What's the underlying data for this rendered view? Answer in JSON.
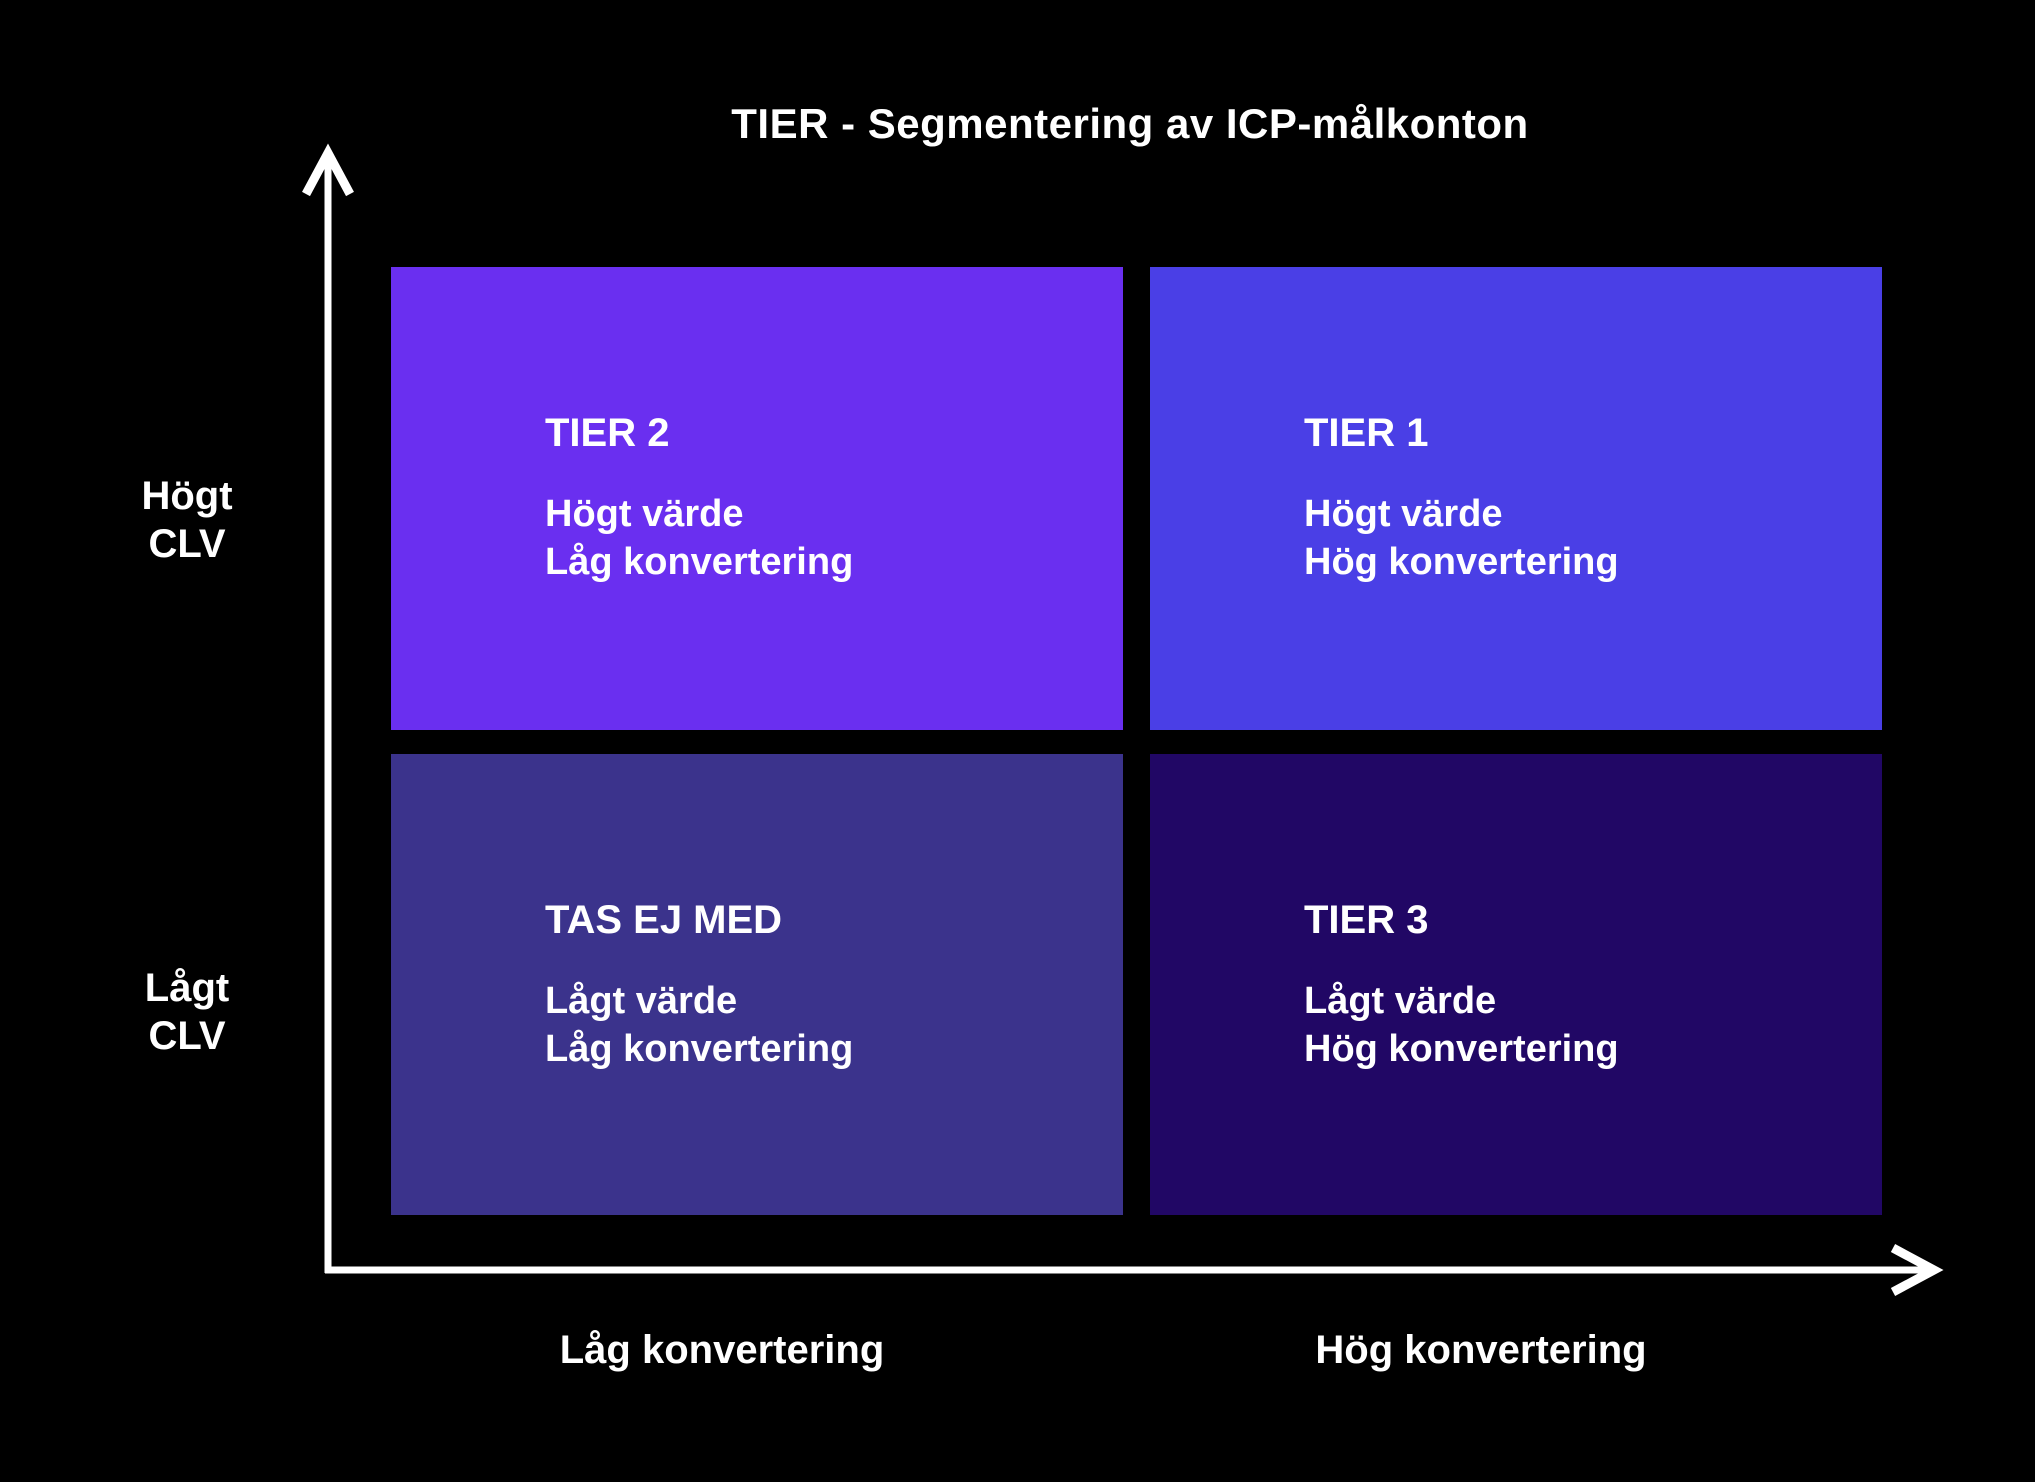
{
  "title": "TIER - Segmentering av ICP-målkonton",
  "colors": {
    "background": "#000000",
    "axis": "#ffffff",
    "text": "#ffffff",
    "quadrant_top_left": "#6A2FF0",
    "quadrant_top_right": "#4A3FE6",
    "quadrant_bottom_left": "#3B338C",
    "quadrant_bottom_right": "#210765"
  },
  "y_axis": {
    "high": {
      "line1": "Högt",
      "line2": "CLV"
    },
    "low": {
      "line1": "Lågt",
      "line2": "CLV"
    }
  },
  "x_axis": {
    "low": "Låg konvertering",
    "high": "Hög konvertering"
  },
  "quadrants": {
    "top_left": {
      "title": "TIER 2",
      "line1": "Högt värde",
      "line2": "Låg konvertering",
      "color": "#6A2FF0"
    },
    "top_right": {
      "title": "TIER 1",
      "line1": "Högt värde",
      "line2": "Hög konvertering",
      "color": "#4A3FE6"
    },
    "bottom_left": {
      "title": "TAS EJ MED",
      "line1": "Lågt värde",
      "line2": "Låg konvertering",
      "color": "#3B338C"
    },
    "bottom_right": {
      "title": "TIER 3",
      "line1": "Lågt värde",
      "line2": "Hög konvertering",
      "color": "#210765"
    }
  }
}
